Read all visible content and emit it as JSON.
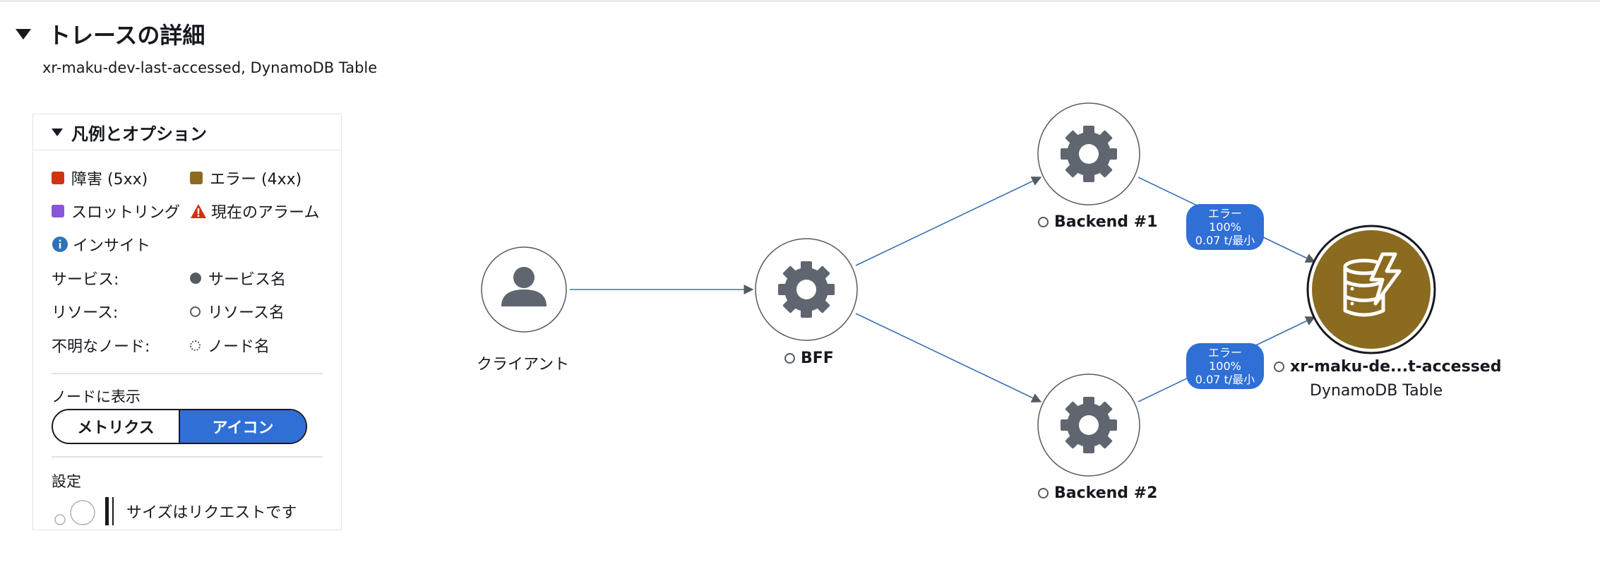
{
  "header": {
    "title": "トレースの詳細",
    "subtitle": "xr-maku-dev-last-accessed, DynamoDB Table"
  },
  "legend": {
    "title": "凡例とオプション",
    "fault": {
      "label": "障害 (5xx)",
      "color": "#d13212"
    },
    "error": {
      "label": "エラー (4xx)",
      "color": "#8a6b1f"
    },
    "throttle": {
      "label": "スロットリング",
      "color": "#8a55d6"
    },
    "alarm": {
      "label": "現在のアラーム",
      "icon": "warning-triangle-icon",
      "color": "#d13212"
    },
    "insight": {
      "label": "インサイト",
      "icon": "info-icon",
      "color": "#2e73b8"
    },
    "service": {
      "key": "サービス:",
      "value": "サービス名"
    },
    "resource": {
      "key": "リソース:",
      "value": "リソース名"
    },
    "unknown": {
      "key": "不明なノード:",
      "value": "ノード名"
    },
    "display_heading": "ノードに表示",
    "display_options": [
      "メトリクス",
      "アイコン"
    ],
    "display_selected": "アイコン",
    "settings_heading": "設定",
    "size_label": "サイズはリクエストです"
  },
  "graph": {
    "nodes": {
      "client": {
        "label": "クライアント",
        "icon": "user-icon"
      },
      "bff": {
        "label": "BFF",
        "icon": "gear-icon"
      },
      "backend1": {
        "label": "Backend #1",
        "icon": "gear-icon"
      },
      "backend2": {
        "label": "Backend #2",
        "icon": "gear-icon"
      },
      "dynamodb": {
        "label": "xr-maku-de...t-accessed",
        "sublabel": "DynamoDB Table",
        "icon": "dynamodb-icon",
        "color": "#8a6b1f"
      }
    },
    "edges": {
      "backend1_to_db": {
        "line1": "エラー 100%",
        "line2": "0.07 t/最小"
      },
      "backend2_to_db": {
        "line1": "エラー 100%",
        "line2": "0.07 t/最小"
      }
    },
    "colors": {
      "accent": "#2f6fd6",
      "edge": "#3a6fb5",
      "node_icon": "#5f6670"
    }
  }
}
